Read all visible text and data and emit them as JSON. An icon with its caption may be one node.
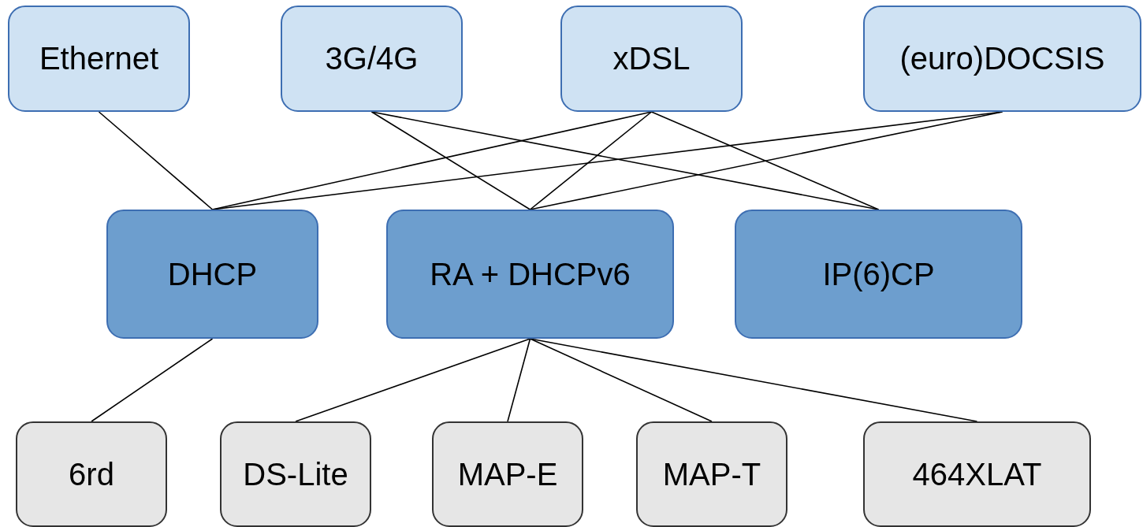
{
  "diagram": {
    "nodes": [
      {
        "text": [
          "Ethernet"
        ]
      },
      {
        "text": [
          "3G/4G"
        ]
      },
      {
        "text": [
          "xDSL"
        ]
      },
      {
        "text": [
          "(euro)DOCSIS"
        ]
      },
      {
        "text": [
          "DHCP"
        ]
      },
      {
        "text": [
          "RA + DHCPv6"
        ]
      },
      {
        "text": [
          "IP(6)CP"
        ]
      },
      {
        "text": [
          "6rd"
        ]
      },
      {
        "text": [
          "DS-Lite"
        ]
      },
      {
        "text": [
          "MAP-E"
        ]
      },
      {
        "text": [
          "MAP-T"
        ]
      },
      {
        "text": [
          "464XLAT"
        ]
      }
    ],
    "edges": [
      {
        "from": 0,
        "to": 4,
        "arrow": "none"
      },
      {
        "from": 1,
        "to": 5,
        "arrow": "none"
      },
      {
        "from": 1,
        "to": 6,
        "arrow": "none"
      },
      {
        "from": 2,
        "to": 4,
        "arrow": "none"
      },
      {
        "from": 2,
        "to": 5,
        "arrow": "none"
      },
      {
        "from": 2,
        "to": 6,
        "arrow": "none"
      },
      {
        "from": 3,
        "to": 4,
        "arrow": "none"
      },
      {
        "from": 3,
        "to": 5,
        "arrow": "none"
      },
      {
        "from": 4,
        "to": 7,
        "arrow": "none"
      },
      {
        "from": 5,
        "to": 8,
        "arrow": "none"
      },
      {
        "from": 5,
        "to": 9,
        "arrow": "none"
      },
      {
        "from": 5,
        "to": 10,
        "arrow": "none"
      },
      {
        "from": 5,
        "to": 11,
        "arrow": "none"
      }
    ]
  }
}
